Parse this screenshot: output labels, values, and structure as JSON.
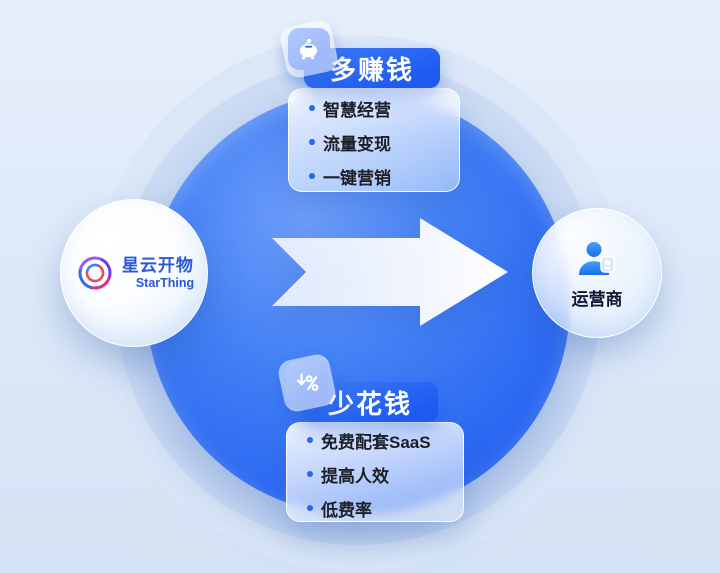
{
  "left_node": {
    "name_cn": "星云开物",
    "name_en": "StarThing"
  },
  "right_node": {
    "label": "运营商",
    "icon": "operator-person-icon"
  },
  "top_card": {
    "title": "多赚钱",
    "icon": "piggy-bank-icon",
    "items": [
      "智慧经营",
      "流量变现",
      "一键营销"
    ]
  },
  "bottom_card": {
    "title": "少花钱",
    "icon": "discount-down-icon",
    "items": [
      "免费配套SaaS",
      "提高人效",
      "低费率"
    ]
  },
  "colors": {
    "accent_blue": "#2468f0",
    "circle_blue": "#2f6cf2",
    "background_light_blue": "#dce8f8",
    "badge_text": "#ffffff",
    "logo_blue": "#2b57d8",
    "body_text": "#1c1f26"
  }
}
